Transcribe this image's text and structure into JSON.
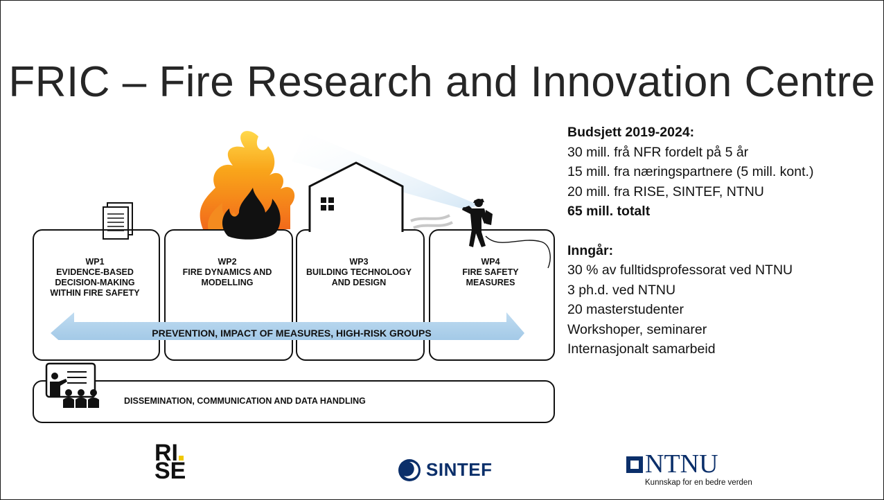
{
  "slide": {
    "title": "FRIC – Fire Research and Innovation Centre"
  },
  "sidebar": {
    "budget_heading": "Budsjett 2019-2024:",
    "budget_lines": [
      "30 mill. frå NFR fordelt på 5 år",
      "15 mill. fra næringspartnere (5 mill. kont.)",
      "20 mill. fra RISE, SINTEF, NTNU"
    ],
    "budget_total": "65 mill. totalt",
    "includes_heading": "Inngår:",
    "includes_lines": [
      "30 % av fulltidsprofessorat ved NTNU",
      "3 ph.d. ved NTNU",
      "20 masterstudenter",
      "Workshoper, seminarer",
      "Internasjonalt samarbeid"
    ]
  },
  "diagram": {
    "work_packages": [
      {
        "id": "WP1",
        "line1": "EVIDENCE-BASED",
        "line2": "DECISION-MAKING",
        "line3": "WITHIN FIRE SAFETY"
      },
      {
        "id": "WP2",
        "line1": "FIRE DYNAMICS AND",
        "line2": "MODELLING",
        "line3": ""
      },
      {
        "id": "WP3",
        "line1": "BUILDING TECHNOLOGY",
        "line2": "AND DESIGN",
        "line3": ""
      },
      {
        "id": "WP4",
        "line1": "FIRE SAFETY",
        "line2": "MEASURES",
        "line3": ""
      }
    ],
    "arrow_label": "PREVENTION, IMPACT OF MEASURES, HIGH-RISK GROUPS",
    "dissemination_label": "DISSEMINATION, COMMUNICATION AND DATA HANDLING"
  },
  "logos": {
    "rise_line1": "RI",
    "rise_line2": "SE",
    "sintef": "SINTEF",
    "ntnu": "NTNU",
    "ntnu_tagline": "Kunnskap for en bedre verden"
  },
  "colors": {
    "arrow": "#a9cde8",
    "flame_outer": "#f7a11a",
    "flame_inner": "#ffd34d",
    "ntnu_blue": "#0b2f6a",
    "rise_yellow": "#f0c800",
    "spray": "#d6e8f6"
  }
}
